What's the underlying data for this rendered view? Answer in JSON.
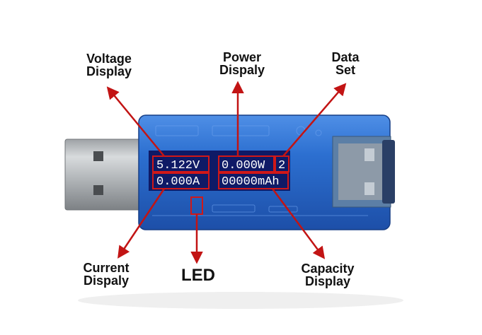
{
  "colors": {
    "arrow": "#c21414",
    "highlight_box": "#d01818",
    "device_body": "#2c6fd0",
    "lcd_background": "#0f1a66",
    "lcd_text": "#ffffff",
    "usb_metal": "#b9bcbf",
    "label_text": "#111111"
  },
  "lcd": {
    "voltage": "5.122V",
    "power": "0.000W",
    "data_set": "2",
    "current": "0.000A",
    "capacity": "00000mAh"
  },
  "callouts": {
    "voltage": {
      "line1": "Voltage",
      "line2": "Display"
    },
    "power": {
      "line1": "Power",
      "line2": "Dispaly"
    },
    "data_set": {
      "line1": "Data",
      "line2": "Set"
    },
    "current": {
      "line1": "Current",
      "line2": "Dispaly"
    },
    "led": {
      "line1": "LED"
    },
    "capacity": {
      "line1": "Capacity",
      "line2": "Display"
    }
  },
  "icons": [
    "usb-connector-icon",
    "arrow-icon"
  ]
}
